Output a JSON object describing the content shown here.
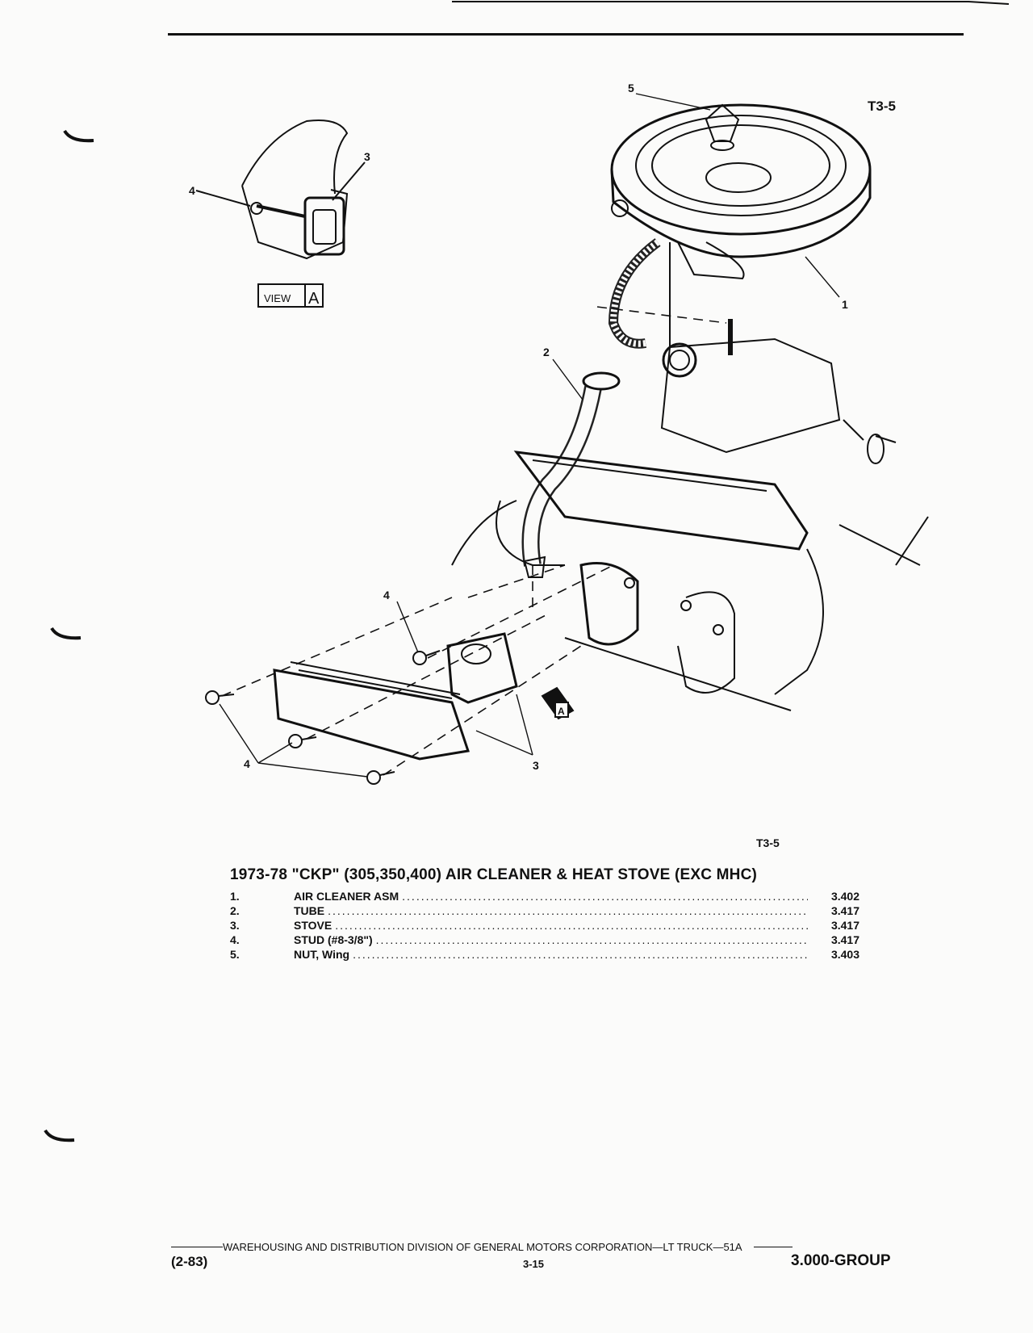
{
  "figure_code": "T3-5",
  "callouts": {
    "one": "1",
    "two": "2",
    "three": "3",
    "four": "4",
    "five": "5"
  },
  "view_label": {
    "word": "VIEW",
    "letter": "A"
  },
  "title": "1973-78 \"CKP\" (305,350,400) AIR CLEANER & HEAT STOVE (EXC MHC)",
  "parts": [
    {
      "num": "1.",
      "desc": "AIR CLEANER ASM",
      "ref": "3.402"
    },
    {
      "num": "2.",
      "desc": "TUBE",
      "ref": "3.417"
    },
    {
      "num": "3.",
      "desc": "STOVE",
      "ref": "3.417"
    },
    {
      "num": "4.",
      "desc": "STUD (#8-3/8\")",
      "ref": "3.417"
    },
    {
      "num": "5.",
      "desc": "NUT, Wing",
      "ref": "3.403"
    }
  ],
  "leader_dots": "......................................................................................................",
  "footer": {
    "publisher": "WAREHOUSING AND DISTRIBUTION  DIVISION OF GENERAL MOTORS CORPORATION—LT TRUCK—51A",
    "date": "(2-83)",
    "page": "3-15",
    "group": "3.000-GROUP"
  }
}
